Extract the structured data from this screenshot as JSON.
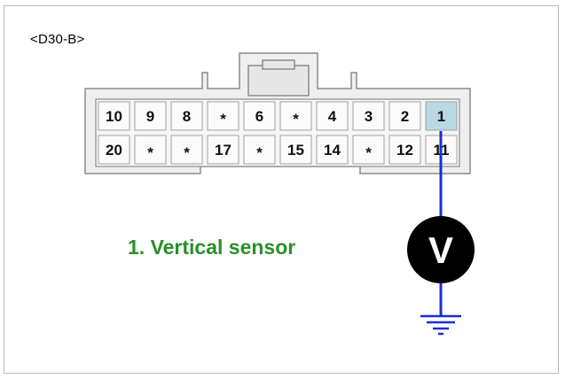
{
  "connector": {
    "code": "<D30-B>",
    "top_row": [
      "10",
      "9",
      "8",
      "*",
      "6",
      "*",
      "4",
      "3",
      "2",
      "1"
    ],
    "bottom_row": [
      "20",
      "*",
      "*",
      "17",
      "*",
      "15",
      "14",
      "*",
      "12",
      "11"
    ],
    "highlighted_pin": "1",
    "highlight_color": "#b9d9e4"
  },
  "caption": "1. Vertical sensor",
  "meter": {
    "label": "V",
    "icon": "voltmeter-icon"
  },
  "ground": {
    "icon": "ground-icon"
  },
  "colors": {
    "caption": "#2a8f2a",
    "wire": "#1a2fd6",
    "connector_fill": "#efefef",
    "connector_stroke": "#8c8c8c"
  }
}
